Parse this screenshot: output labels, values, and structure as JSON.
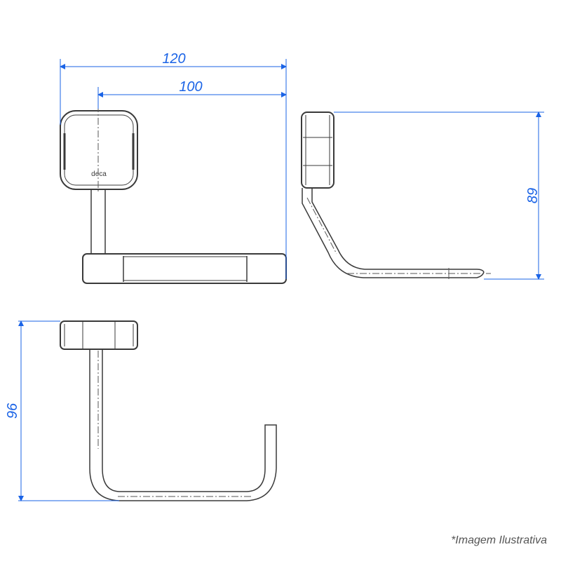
{
  "colors": {
    "dimension": "#1a63e6",
    "outline": "#3a3a3a",
    "centerline": "#555555",
    "caption": "#555555"
  },
  "dimensions": {
    "overall_width": "120",
    "bracket_width": "100",
    "side_height": "89",
    "bottom_height": "96"
  },
  "logo": {
    "text": "deca"
  },
  "caption": "*Imagem Ilustrativa"
}
